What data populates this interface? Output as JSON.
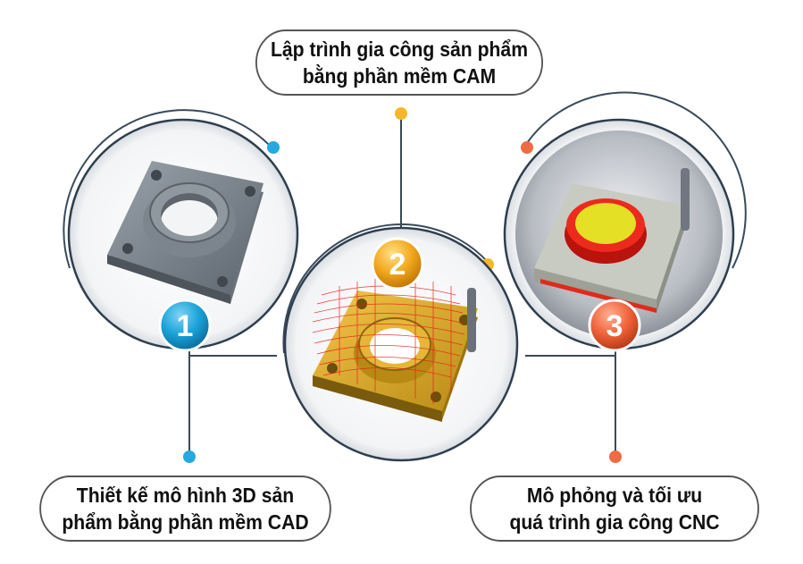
{
  "steps": [
    {
      "number": "1",
      "label_line1": "Thiết kế mô hình 3D sản",
      "label_line2": "phẩm bằng phần mềm CAD",
      "badge_color": "#1aa3d9"
    },
    {
      "number": "2",
      "label_line1": "Lập trình gia công sản phẩm",
      "label_line2": "bằng phần mềm CAM",
      "badge_color": "#f2a81d"
    },
    {
      "number": "3",
      "label_line1": "Mô phỏng và tối ưu",
      "label_line2": "quá trình gia công CNC",
      "badge_color": "#f0643c"
    }
  ],
  "colors": {
    "line": "#3a4a5a",
    "dot_blue": "#27a9e0",
    "dot_yellow": "#f5b82a",
    "dot_orange": "#f06a43"
  }
}
